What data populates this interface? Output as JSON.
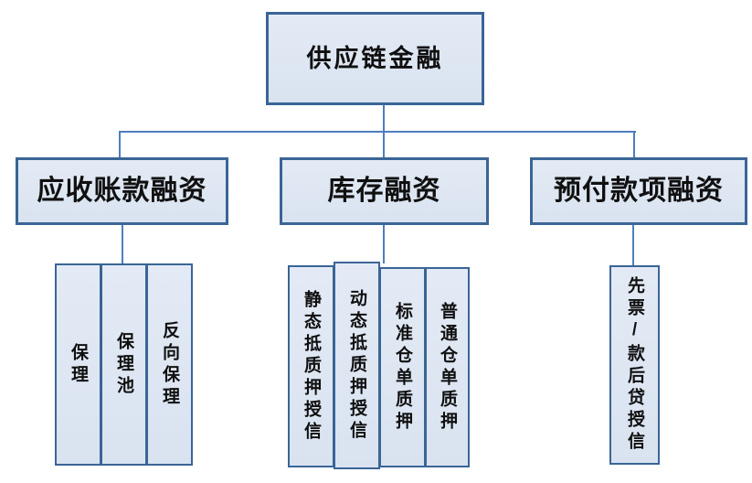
{
  "diagram": {
    "title_semantic": "供应链金融分类结构图",
    "root": {
      "label": "供应链金融"
    },
    "branches": [
      {
        "label": "应收账款融资",
        "children": [
          "保理",
          "保理池",
          "反向保理"
        ]
      },
      {
        "label": "库存融资",
        "children": [
          "静态抵质押授信",
          "动态抵质押授信",
          "标准仓单质押",
          "普通仓单质押"
        ]
      },
      {
        "label": "预付款项融资",
        "children": [
          "先票/款后贷授信"
        ]
      }
    ],
    "colors": {
      "box_fill": "#d9e3f0",
      "box_border": "#3a6596",
      "connector": "#4d7ebf",
      "text": "#101010",
      "background": "#ffffff"
    }
  }
}
